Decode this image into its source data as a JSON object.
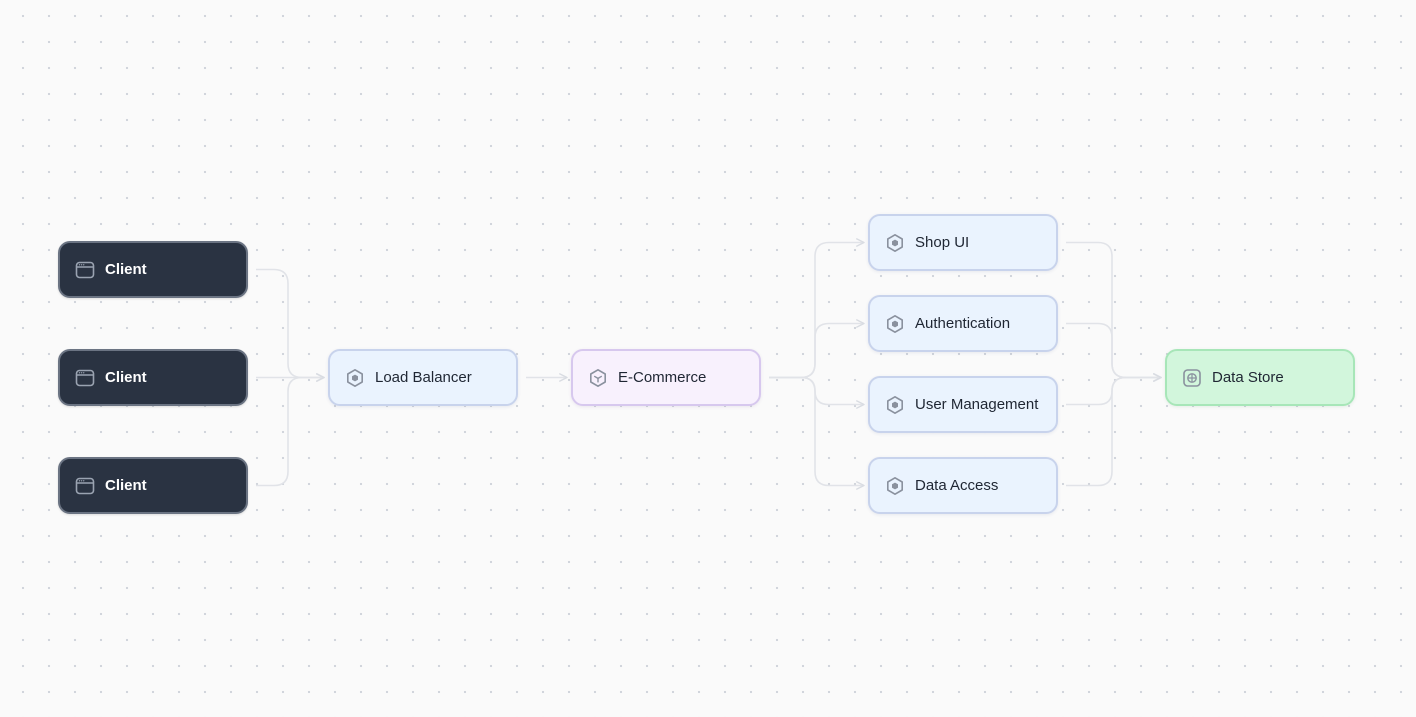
{
  "diagram": {
    "nodes": [
      {
        "id": "client-1",
        "label": "Client",
        "icon": "browser-window-icon"
      },
      {
        "id": "client-2",
        "label": "Client",
        "icon": "browser-window-icon"
      },
      {
        "id": "client-3",
        "label": "Client",
        "icon": "browser-window-icon"
      },
      {
        "id": "load-balancer",
        "label": "Load Balancer",
        "icon": "hexagon-service-icon"
      },
      {
        "id": "e-commerce",
        "label": "E-Commerce",
        "icon": "cube-icon"
      },
      {
        "id": "shop-ui",
        "label": "Shop UI",
        "icon": "hexagon-service-icon"
      },
      {
        "id": "authentication",
        "label": "Authentication",
        "icon": "hexagon-service-icon"
      },
      {
        "id": "user-management",
        "label": "User Management",
        "icon": "hexagon-service-icon"
      },
      {
        "id": "data-access",
        "label": "Data Access",
        "icon": "hexagon-service-icon"
      },
      {
        "id": "data-store",
        "label": "Data Store",
        "icon": "database-icon"
      }
    ],
    "edges": [
      {
        "from": "client-1",
        "to": "load-balancer"
      },
      {
        "from": "client-2",
        "to": "load-balancer"
      },
      {
        "from": "client-3",
        "to": "load-balancer"
      },
      {
        "from": "load-balancer",
        "to": "e-commerce"
      },
      {
        "from": "e-commerce",
        "to": "shop-ui"
      },
      {
        "from": "e-commerce",
        "to": "authentication"
      },
      {
        "from": "e-commerce",
        "to": "user-management"
      },
      {
        "from": "e-commerce",
        "to": "data-access"
      },
      {
        "from": "shop-ui",
        "to": "data-store"
      },
      {
        "from": "authentication",
        "to": "data-store"
      },
      {
        "from": "user-management",
        "to": "data-store"
      },
      {
        "from": "data-access",
        "to": "data-store"
      }
    ],
    "colors": {
      "client": "#2a3342",
      "service": "#eaf3fe",
      "app": "#f8f1fd",
      "datastore": "#d2f6dc",
      "edge": "#e1e3e8"
    }
  }
}
